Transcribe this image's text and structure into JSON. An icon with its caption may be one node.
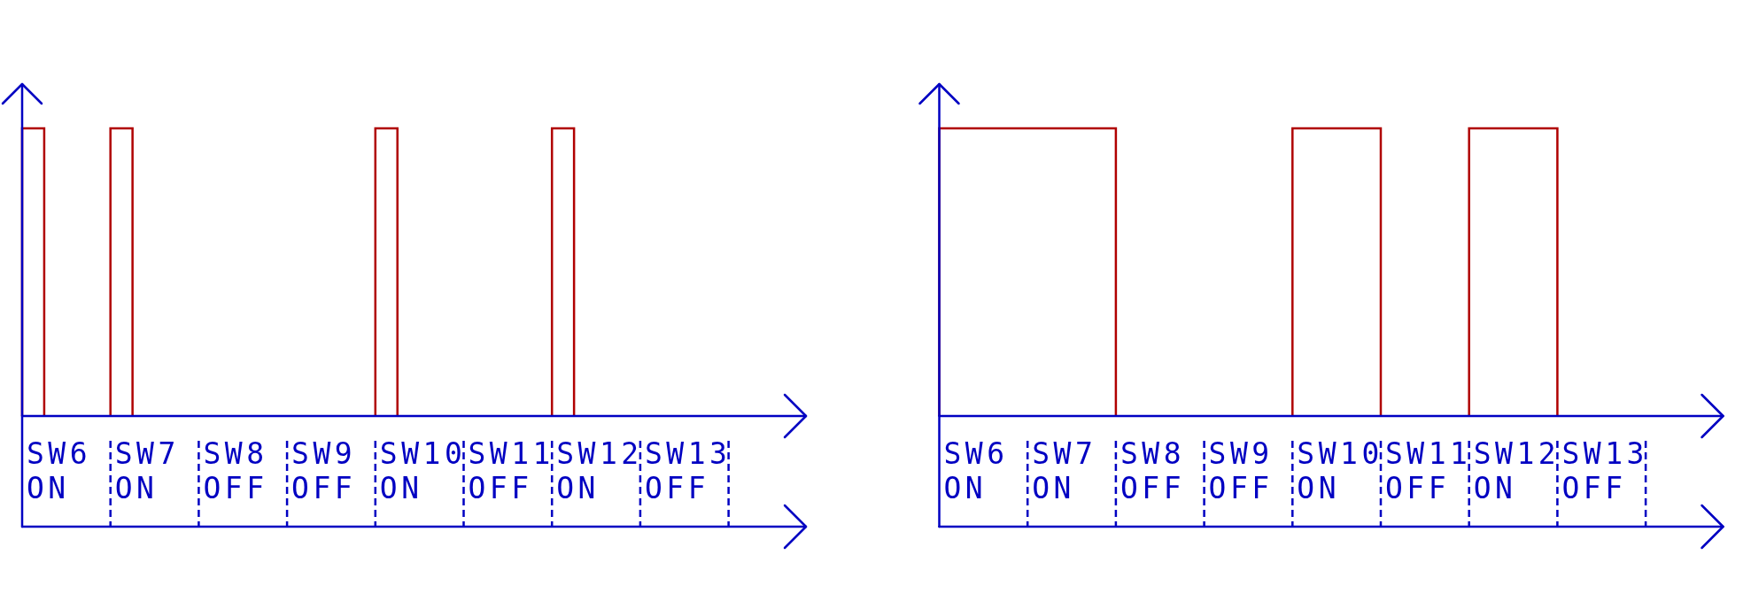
{
  "diagram": {
    "labels": [
      "SW6",
      "SW7",
      "SW8",
      "SW9",
      "SW10",
      "SW11",
      "SW12",
      "SW13",
      "ON",
      "ON",
      "OFF",
      "OFF",
      "ON",
      "OFF",
      "ON",
      "OFF",
      "SW6",
      "SW7",
      "SW8",
      "SW9",
      "SW10",
      "SW11",
      "SW12",
      "SW13",
      "ON",
      "ON",
      "OFF",
      "OFF",
      "ON",
      "OFF",
      "ON",
      "OFF"
    ]
  }
}
